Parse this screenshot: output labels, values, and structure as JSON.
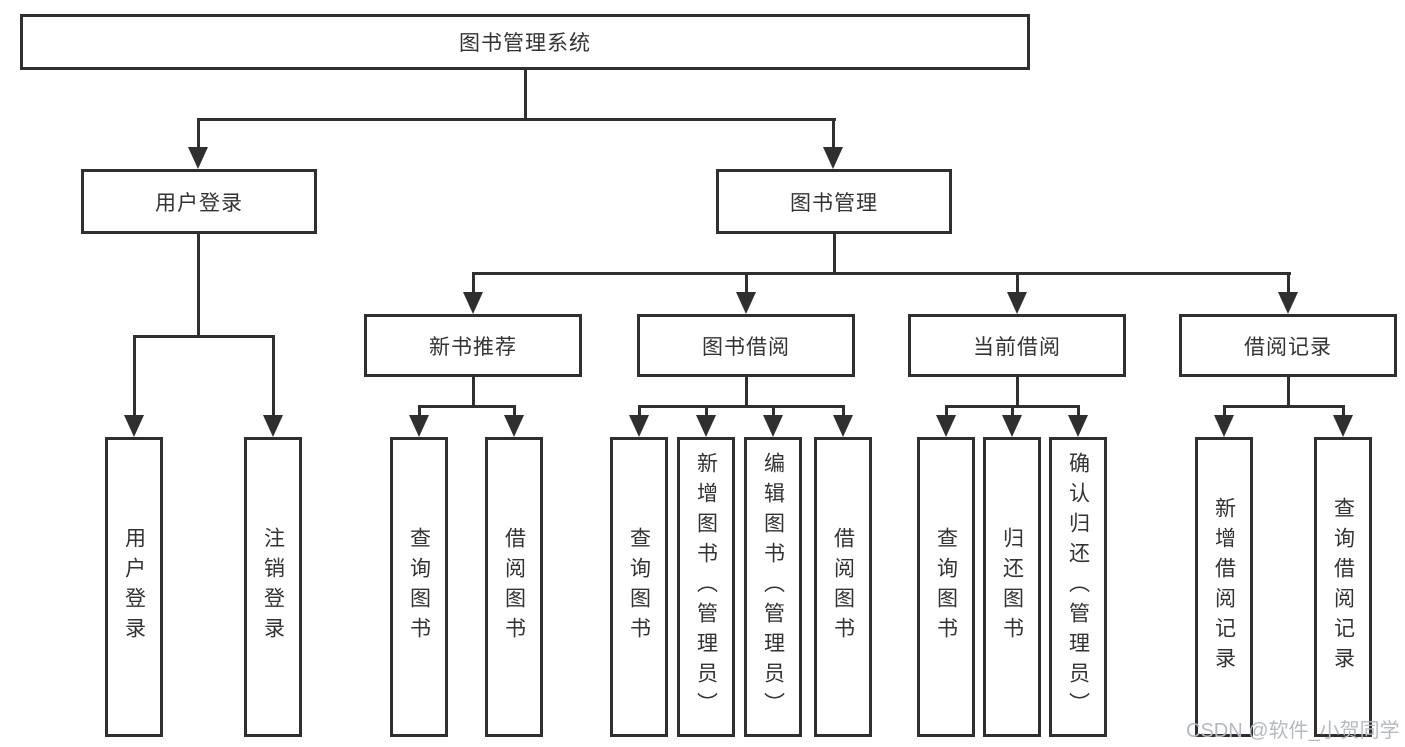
{
  "diagram": {
    "root": "图书管理系统",
    "level2": [
      "用户登录",
      "图书管理"
    ],
    "level3": [
      "新书推荐",
      "图书借阅",
      "当前借阅",
      "借阅记录"
    ],
    "leaves": [
      "用户登录",
      "注销登录",
      "查询图书",
      "借阅图书",
      "查询图书",
      "新增图书（管理员）",
      "编辑图书（管理员）",
      "借阅图书",
      "查询图书",
      "归还图书",
      "确认归还（管理员）",
      "新增借阅记录",
      "查询借阅记录"
    ]
  },
  "watermark": "CSDN @软件_小贺同学",
  "colors": {
    "line": "#2f2f2f",
    "text": "#333333",
    "watermark": "#b4bac1",
    "background": "#ffffff"
  }
}
